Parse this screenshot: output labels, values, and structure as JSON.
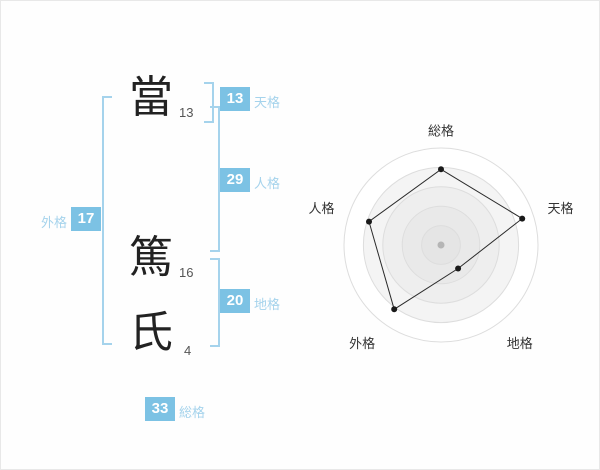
{
  "colors": {
    "accent": "#7cc2e4",
    "accent_light": "#a5d3ec",
    "badge_text": "#ffffff",
    "kanji_ink": "#222222",
    "chart_line": "#2a2a2a",
    "chart_ring_stroke": "#dddddd"
  },
  "name": {
    "characters": [
      {
        "glyph": "當",
        "strokes": "13"
      },
      {
        "glyph": "篤",
        "strokes": "16"
      },
      {
        "glyph": "氏",
        "strokes": "4"
      }
    ]
  },
  "badges": {
    "tenkaku": {
      "value": "13",
      "label": "天格"
    },
    "jinkaku": {
      "value": "29",
      "label": "人格"
    },
    "chikaku": {
      "value": "20",
      "label": "地格"
    },
    "gaikaku": {
      "value": "17",
      "label": "外格"
    },
    "soukaku": {
      "value": "33",
      "label": "総格"
    }
  },
  "chart_data": {
    "type": "radar",
    "axes": [
      "総格",
      "天格",
      "地格",
      "外格",
      "人格"
    ],
    "values": [
      78,
      88,
      30,
      82,
      78
    ],
    "max": 100,
    "rings": 5,
    "grid": "concentric-circles",
    "legend": "none",
    "ring_color": "#dddddd",
    "ring_fills": [
      "#ffffff",
      "#f4f4f4",
      "#eeeeee",
      "#e9e9e9",
      "#e5e5e5"
    ],
    "line_color": "#2a2a2a",
    "point_color": "#1a1a1a",
    "center_dot_color": "#b5b5b5"
  }
}
